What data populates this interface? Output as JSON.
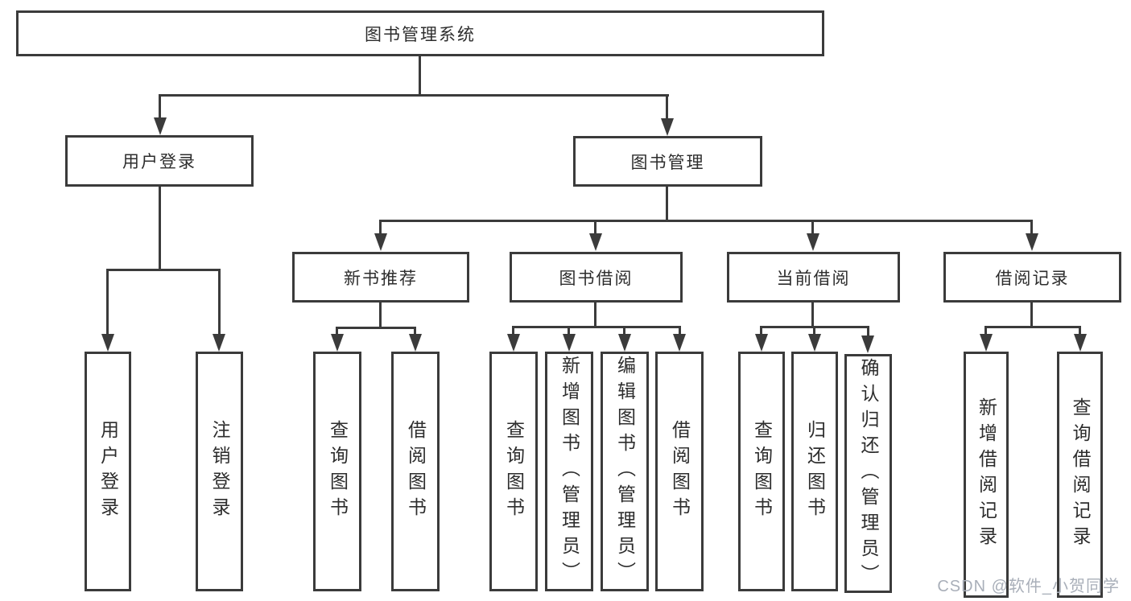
{
  "tree": {
    "root": {
      "label": "图书管理系统"
    },
    "branches": [
      {
        "label": "用户登录",
        "leaves": [
          {
            "label": "用户登录"
          },
          {
            "label": "注销登录"
          }
        ]
      },
      {
        "label": "图书管理",
        "groups": [
          {
            "label": "新书推荐",
            "leaves": [
              {
                "label": "查询图书"
              },
              {
                "label": "借阅图书"
              }
            ]
          },
          {
            "label": "图书借阅",
            "leaves": [
              {
                "label": "查询图书"
              },
              {
                "label": "新增图书（管理员）"
              },
              {
                "label": "编辑图书（管理员）"
              },
              {
                "label": "借阅图书"
              }
            ]
          },
          {
            "label": "当前借阅",
            "leaves": [
              {
                "label": "查询图书"
              },
              {
                "label": "归还图书"
              },
              {
                "label": "确认归还（管理员）"
              }
            ]
          },
          {
            "label": "借阅记录",
            "leaves": [
              {
                "label": "新增借阅记录"
              },
              {
                "label": "查询借阅记录"
              }
            ]
          }
        ]
      }
    ]
  },
  "watermark": "CSDN @软件_小贺同学",
  "colors": {
    "line": "#3b3b3b",
    "text": "#2d2d2d",
    "watermark": "#a9afb9",
    "background": "#ffffff"
  }
}
